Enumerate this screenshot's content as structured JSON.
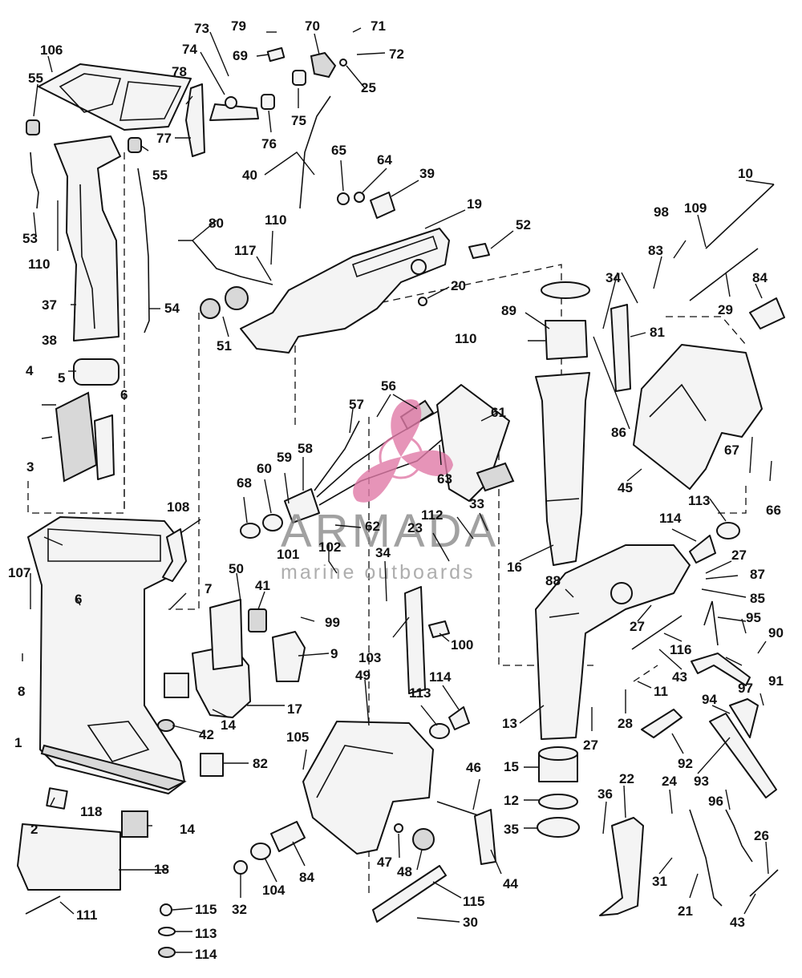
{
  "watermark": {
    "brand": "ARMADA",
    "tagline": "marine outboards",
    "accent_color": "#e07aa7"
  },
  "labels": {
    "l1": "1",
    "l2": "2",
    "l3": "3",
    "l4": "4",
    "l5": "5",
    "l6a": "6",
    "l6b": "6",
    "l7": "7",
    "l8": "8",
    "l9": "9",
    "l10": "10",
    "l11": "11",
    "l12": "12",
    "l13": "13",
    "l14a": "14",
    "l14b": "14",
    "l15": "15",
    "l16": "16",
    "l17": "17",
    "l18": "18",
    "l19": "19",
    "l20": "20",
    "l21": "21",
    "l22": "22",
    "l23": "23",
    "l24": "24",
    "l25": "25",
    "l26": "26",
    "l27a": "27",
    "l27b": "27",
    "l27c": "27",
    "l28": "28",
    "l29": "29",
    "l30": "30",
    "l31": "31",
    "l32": "32",
    "l33": "33",
    "l34a": "34",
    "l34b": "34",
    "l35": "35",
    "l36": "36",
    "l37": "37",
    "l38": "38",
    "l39": "39",
    "l40": "40",
    "l41": "41",
    "l42": "42",
    "l43a": "43",
    "l43b": "43",
    "l44": "44",
    "l45": "45",
    "l46": "46",
    "l47": "47",
    "l48": "48",
    "l49": "49",
    "l50": "50",
    "l51": "51",
    "l52": "52",
    "l53": "53",
    "l54": "54",
    "l55a": "55",
    "l55b": "55",
    "l56": "56",
    "l57": "57",
    "l58": "58",
    "l59": "59",
    "l60": "60",
    "l61": "61",
    "l62": "62",
    "l63": "63",
    "l64": "64",
    "l65": "65",
    "l66": "66",
    "l67": "67",
    "l68": "68",
    "l69": "69",
    "l70": "70",
    "l71": "71",
    "l72": "72",
    "l73": "73",
    "l74": "74",
    "l75": "75",
    "l76": "76",
    "l77": "77",
    "l78": "78",
    "l79": "79",
    "l80": "80",
    "l81": "81",
    "l82": "82",
    "l83": "83",
    "l84a": "84",
    "l84b": "84",
    "l85": "85",
    "l86": "86",
    "l87": "87",
    "l88": "88",
    "l89": "89",
    "l90": "90",
    "l91": "91",
    "l92": "92",
    "l93": "93",
    "l94": "94",
    "l95": "95",
    "l96": "96",
    "l97": "97",
    "l98": "98",
    "l99": "99",
    "l100": "100",
    "l101": "101",
    "l102": "102",
    "l103": "103",
    "l104": "104",
    "l105": "105",
    "l106": "106",
    "l107": "107",
    "l108": "108",
    "l109": "109",
    "l110a": "110",
    "l110b": "110",
    "l110c": "110",
    "l111": "111",
    "l112": "112",
    "l113a": "113",
    "l113b": "113",
    "l113c": "113",
    "l114a": "114",
    "l114b": "114",
    "l114c": "114",
    "l115a": "115",
    "l115b": "115",
    "l116": "116",
    "l117": "117",
    "l118": "118"
  }
}
